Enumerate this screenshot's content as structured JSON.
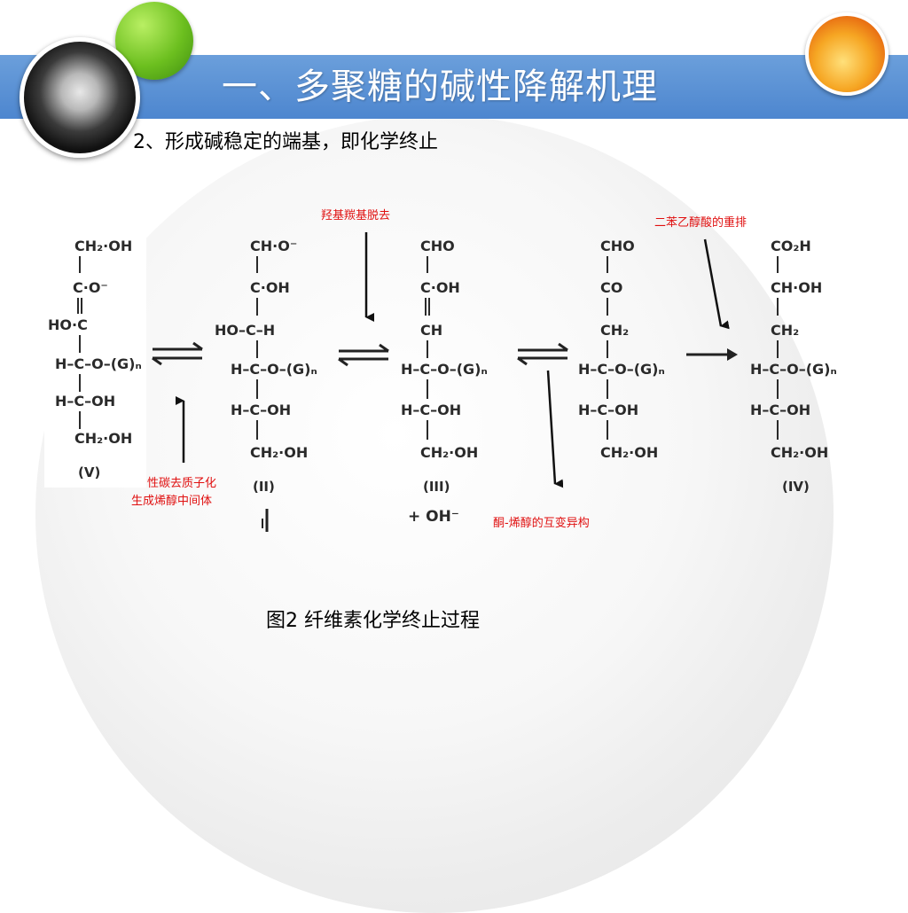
{
  "slide": {
    "title": "一、多聚糖的碱性降解机理",
    "subtitle": "2、形成碱稳定的端基，即化学终止",
    "caption": "图2  纤维素化学终止过程"
  },
  "annotations": {
    "hydroxyl_carbonyl": "羟基羰基脱去",
    "benzilic": "二苯乙醇酸的重排",
    "deprotonation_line1": "性碳去质子化",
    "deprotonation_line2": "生成烯醇中间体",
    "keto_enol": "酮-烯醇的互变异构"
  },
  "structures": {
    "V": {
      "label": "(V)",
      "rows": [
        "CH₂·OH",
        "C·O⁻",
        "HO·C",
        "H–C–O–(G)ₙ",
        "H–C–OH",
        "CH₂·OH"
      ]
    },
    "II": {
      "label": "(II)",
      "rows": [
        "CH·O⁻",
        "C·OH",
        "HO–C–H",
        "H–C–O–(G)ₙ",
        "H–C–OH",
        "CH₂·OH"
      ]
    },
    "III": {
      "label": "(III)",
      "extra": "+ OH⁻",
      "rows": [
        "CHO",
        "C·OH",
        "CH",
        "H–C–O–(G)ₙ",
        "H–C–OH",
        "CH₂·OH"
      ]
    },
    "mid": {
      "rows": [
        "CHO",
        "CO",
        "CH₂",
        "H–C–O–(G)ₙ",
        "H–C–OH",
        "CH₂·OH"
      ]
    },
    "IV": {
      "label": "(IV)",
      "rows": [
        "CO₂H",
        "CH·OH",
        "CH₂",
        "H–C–O–(G)ₙ",
        "H–C–OH",
        "CH₂·OH"
      ]
    }
  },
  "colors": {
    "title_band": "#5b93d6",
    "annotation_red": "#e01010"
  },
  "icons": [
    "dandelion-photo",
    "green-sphere",
    "flower-photo"
  ]
}
